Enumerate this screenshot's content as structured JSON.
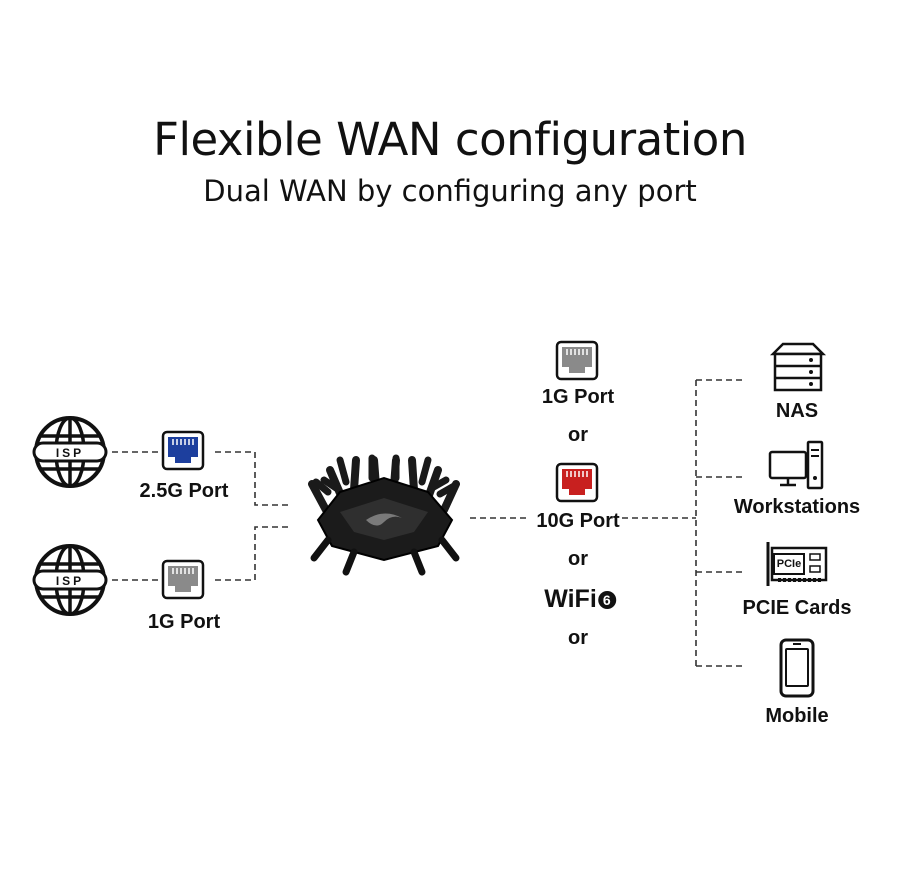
{
  "title": "Flexible WAN configuration",
  "subtitle": "Dual WAN by configuring any port",
  "left": {
    "isp_top": "ISP",
    "isp_bottom": "ISP",
    "port_top": "2.5G Port",
    "port_bottom": "1G Port"
  },
  "middle": {
    "port_1g": "1G Port",
    "or_1": "or",
    "port_10g": "10G Port",
    "or_2": "or",
    "wifi_text": "WiFi",
    "wifi_badge": "6",
    "or_3": "or"
  },
  "right": {
    "nas": "NAS",
    "workstations": "Workstations",
    "pcie_cards": "PCIE Cards",
    "pcie_chip": "PCIe",
    "mobile": "Mobile"
  },
  "colors": {
    "port_blue": "#1d3f9e",
    "port_red": "#c8201f",
    "port_gray": "#8a8a8a",
    "line": "#333333"
  }
}
